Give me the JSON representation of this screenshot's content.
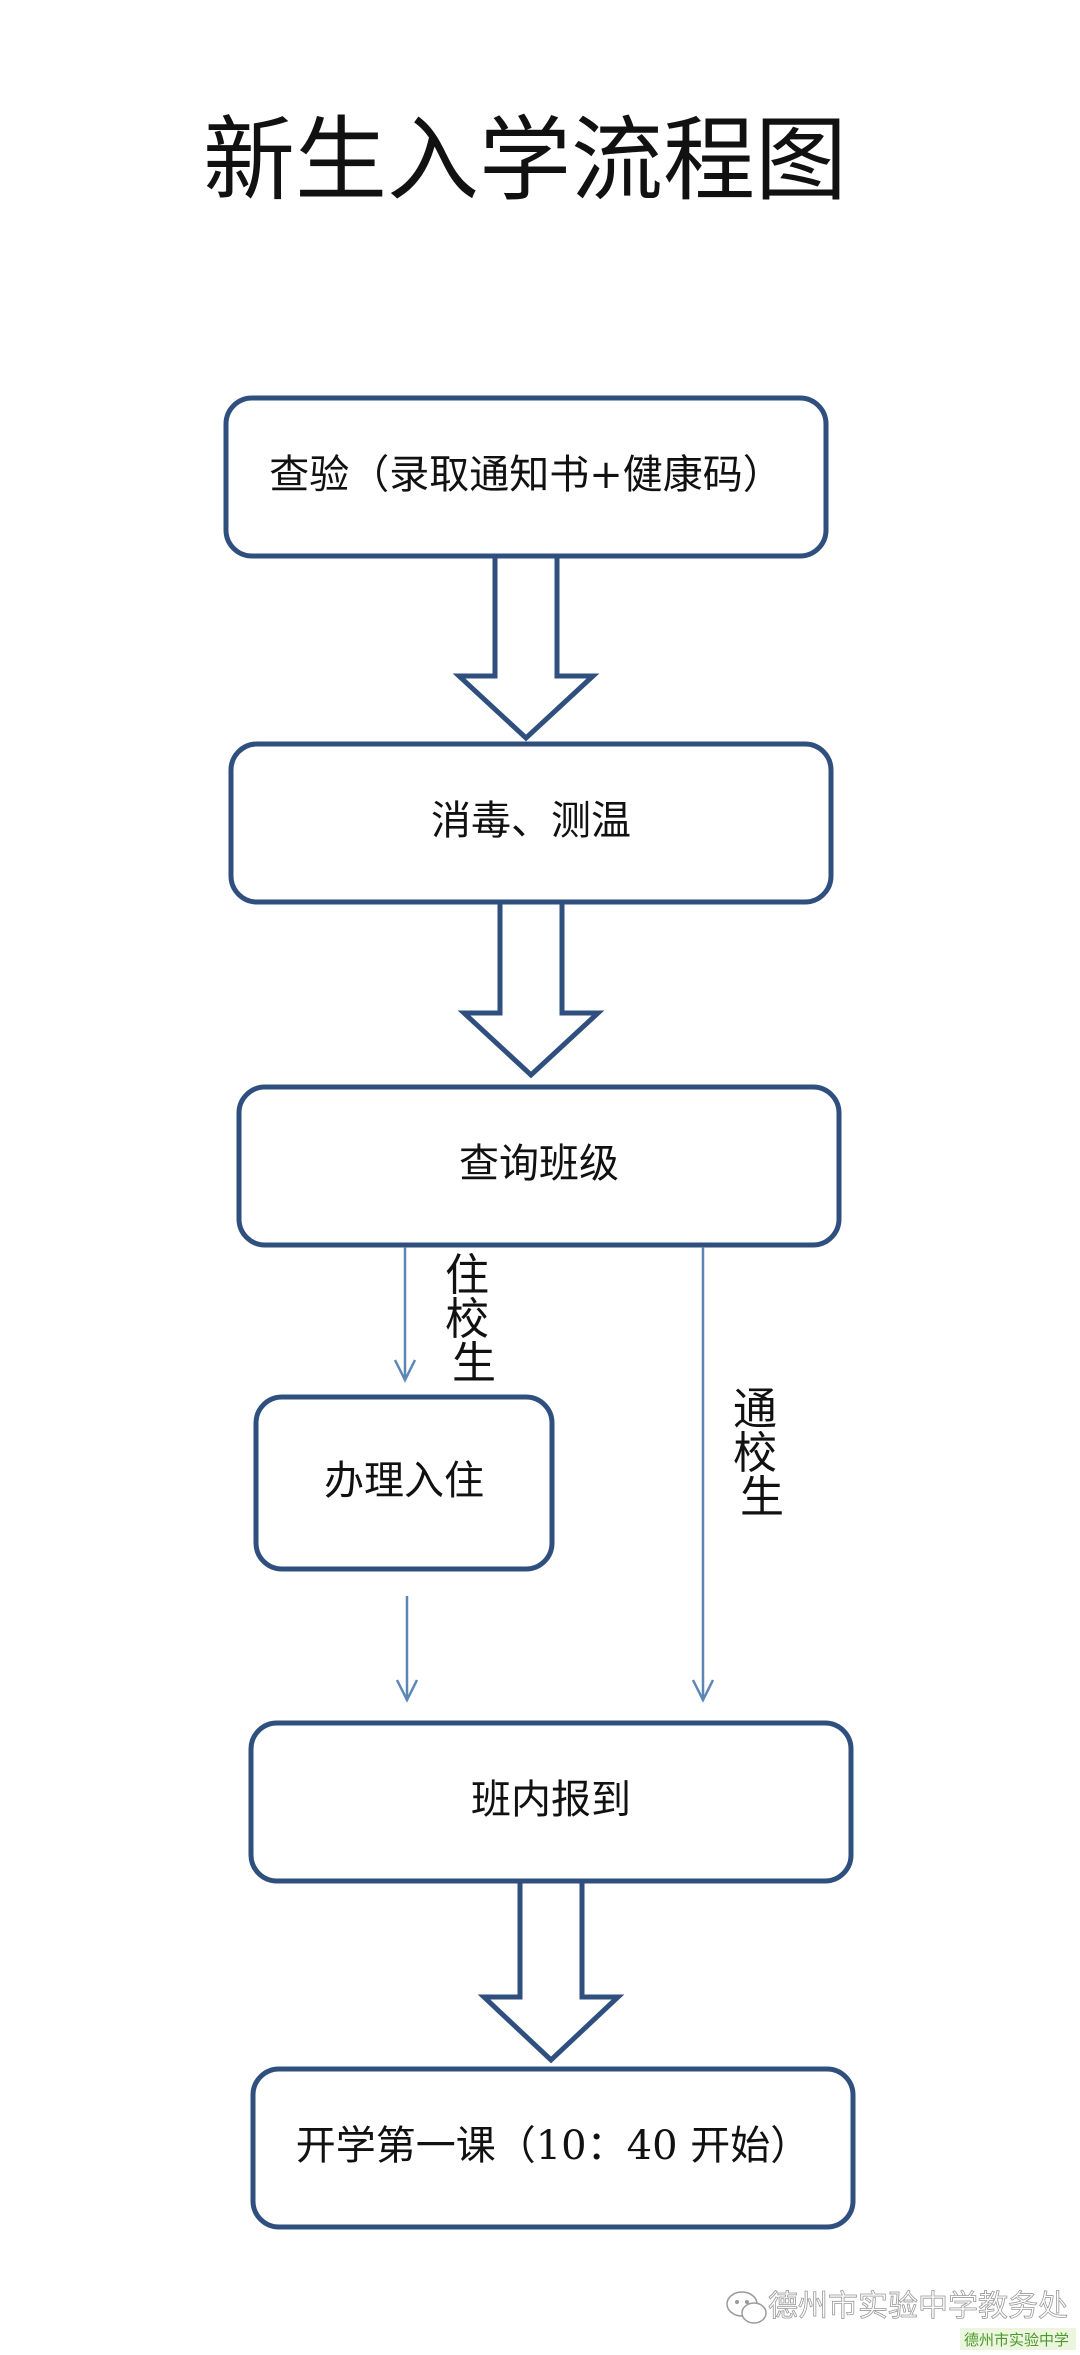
{
  "title": "新生入学流程图",
  "steps": {
    "check": "查验（录取通知书+健康码）",
    "disinfect": "消毒、测温",
    "query_class": "查询班级",
    "check_in": "办理入住",
    "report": "班内报到",
    "first_lesson": "开学第一课（10：40 开始）"
  },
  "branch_labels": {
    "boarding": "住校生",
    "commuting": "通校生"
  },
  "watermark": {
    "account": "德州市实验中学教务处",
    "site": "德州市实验中学"
  },
  "colors": {
    "box_border": "#2f4f7f",
    "thin_arrow": "#5e86b4",
    "text": "#111111"
  },
  "icons": {
    "wechat": "wechat-icon"
  }
}
